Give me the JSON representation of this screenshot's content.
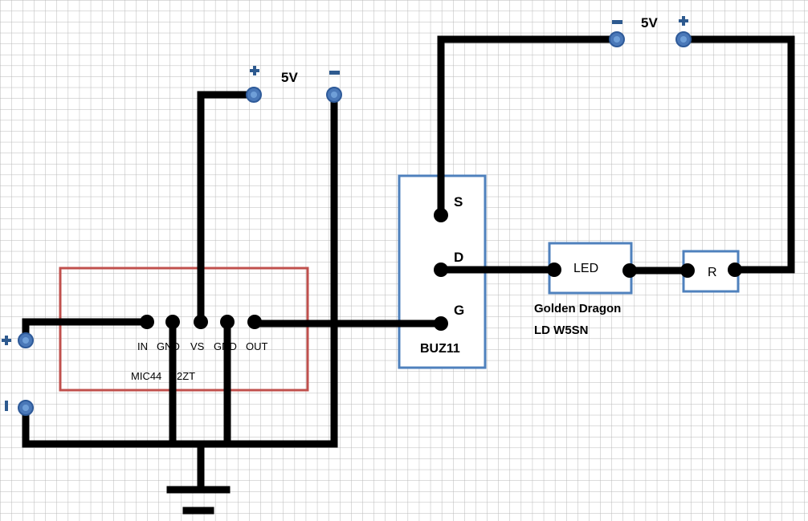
{
  "supply_left": {
    "voltage": "5V",
    "plus": "+",
    "minus": "-"
  },
  "supply_right": {
    "voltage": "5V",
    "plus": "+",
    "minus": "-"
  },
  "input_plus": "+",
  "input_minus": "-",
  "driver": {
    "name": "MIC44",
    "name_suffix": "2ZT",
    "pins": [
      "IN",
      "GND",
      "VS",
      "GND",
      "OUT"
    ]
  },
  "mosfet": {
    "name": "BUZ11",
    "pins": {
      "source": "S",
      "drain": "D",
      "gate": "G"
    }
  },
  "led": {
    "label": "LED",
    "caption_line1": "Golden Dragon",
    "caption_line2": "LD W5SN"
  },
  "resistor": {
    "label": "R"
  },
  "colors": {
    "driver_border": "#c0504d",
    "component_border": "#4f81bd",
    "terminal": "#4a78b8",
    "grid": "#b3b3b3"
  }
}
